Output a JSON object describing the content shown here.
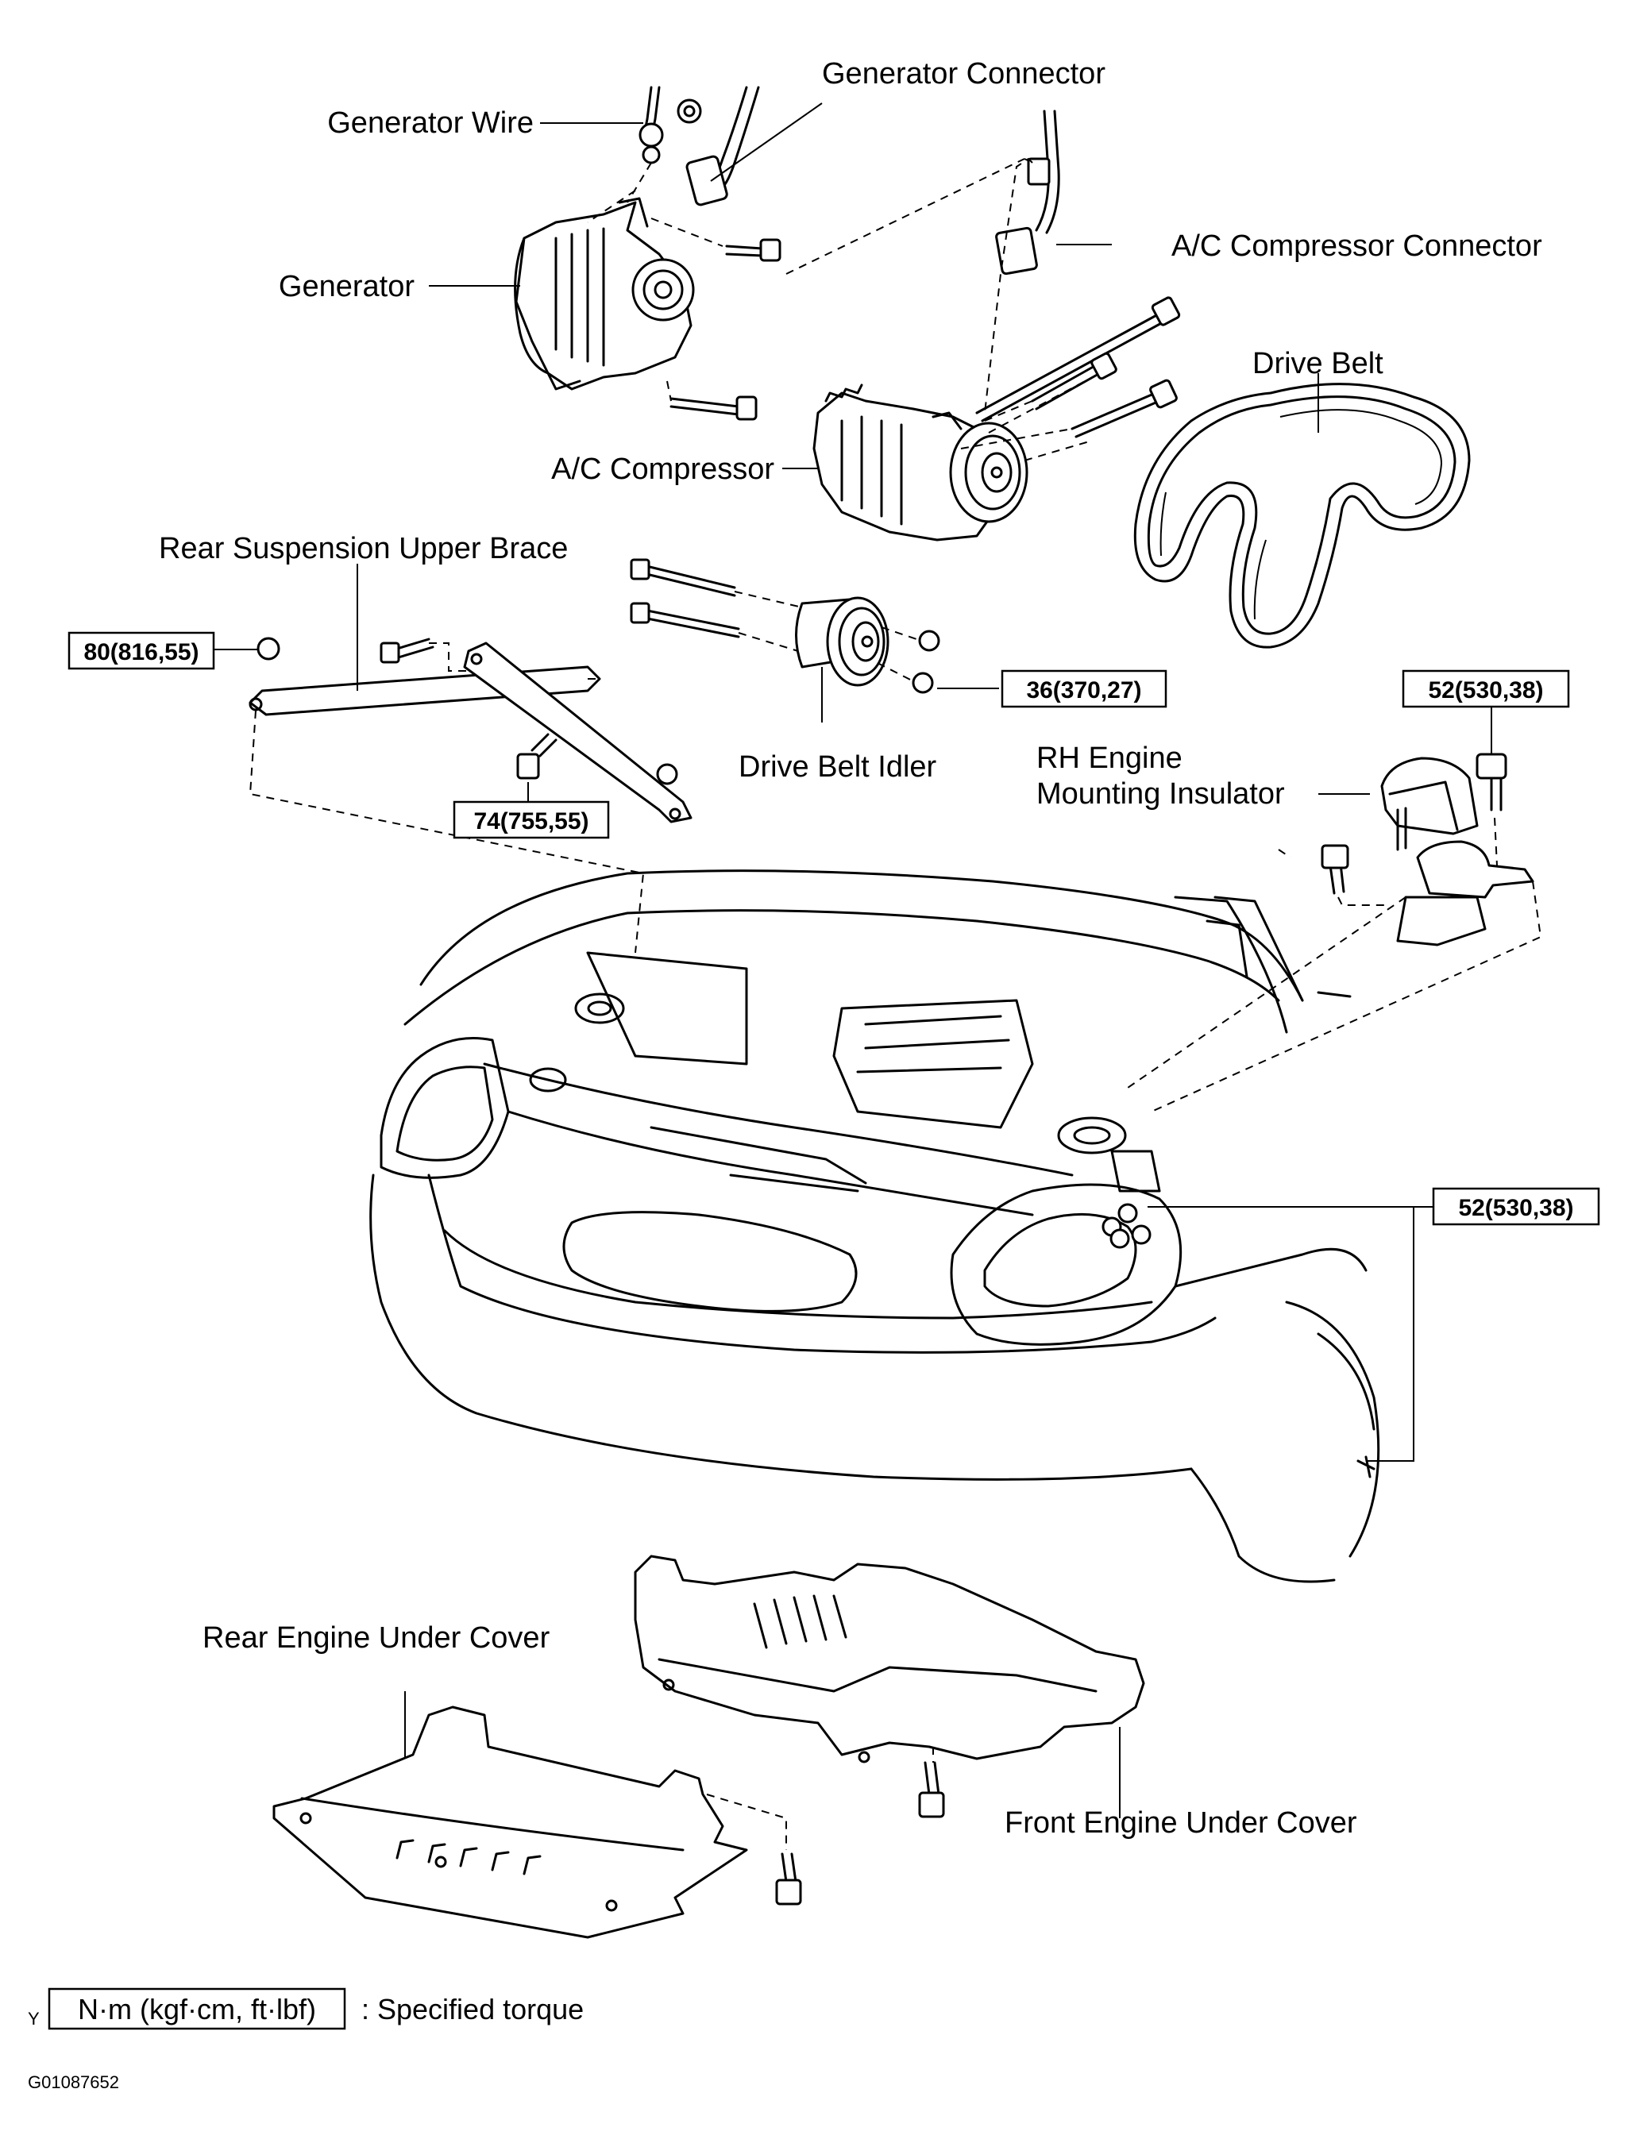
{
  "labels": {
    "generator_wire": "Generator Wire",
    "generator_connector": "Generator Connector",
    "generator": "Generator",
    "ac_compressor_connector": "A/C Compressor Connector",
    "drive_belt": "Drive Belt",
    "ac_compressor": "A/C Compressor",
    "rear_suspension_upper_brace": "Rear Suspension Upper Brace",
    "drive_belt_idler": "Drive Belt Idler",
    "rh_engine_mounting_insulator_line1": "RH Engine",
    "rh_engine_mounting_insulator_line2": "Mounting Insulator",
    "rear_engine_under_cover": "Rear Engine Under Cover",
    "front_engine_under_cover": "Front Engine Under Cover"
  },
  "torques": {
    "brace_left": "80(816,55)",
    "brace_bolt": "74(755,55)",
    "idler": "36(370,27)",
    "mount_top": "52(530,38)",
    "mount_bottom": "52(530,38)"
  },
  "legend": {
    "marker": "Y",
    "unit_box": "N·m (kgf·cm, ft·lbf)",
    "description": ": Specified torque"
  },
  "figure_code": "G01087652"
}
